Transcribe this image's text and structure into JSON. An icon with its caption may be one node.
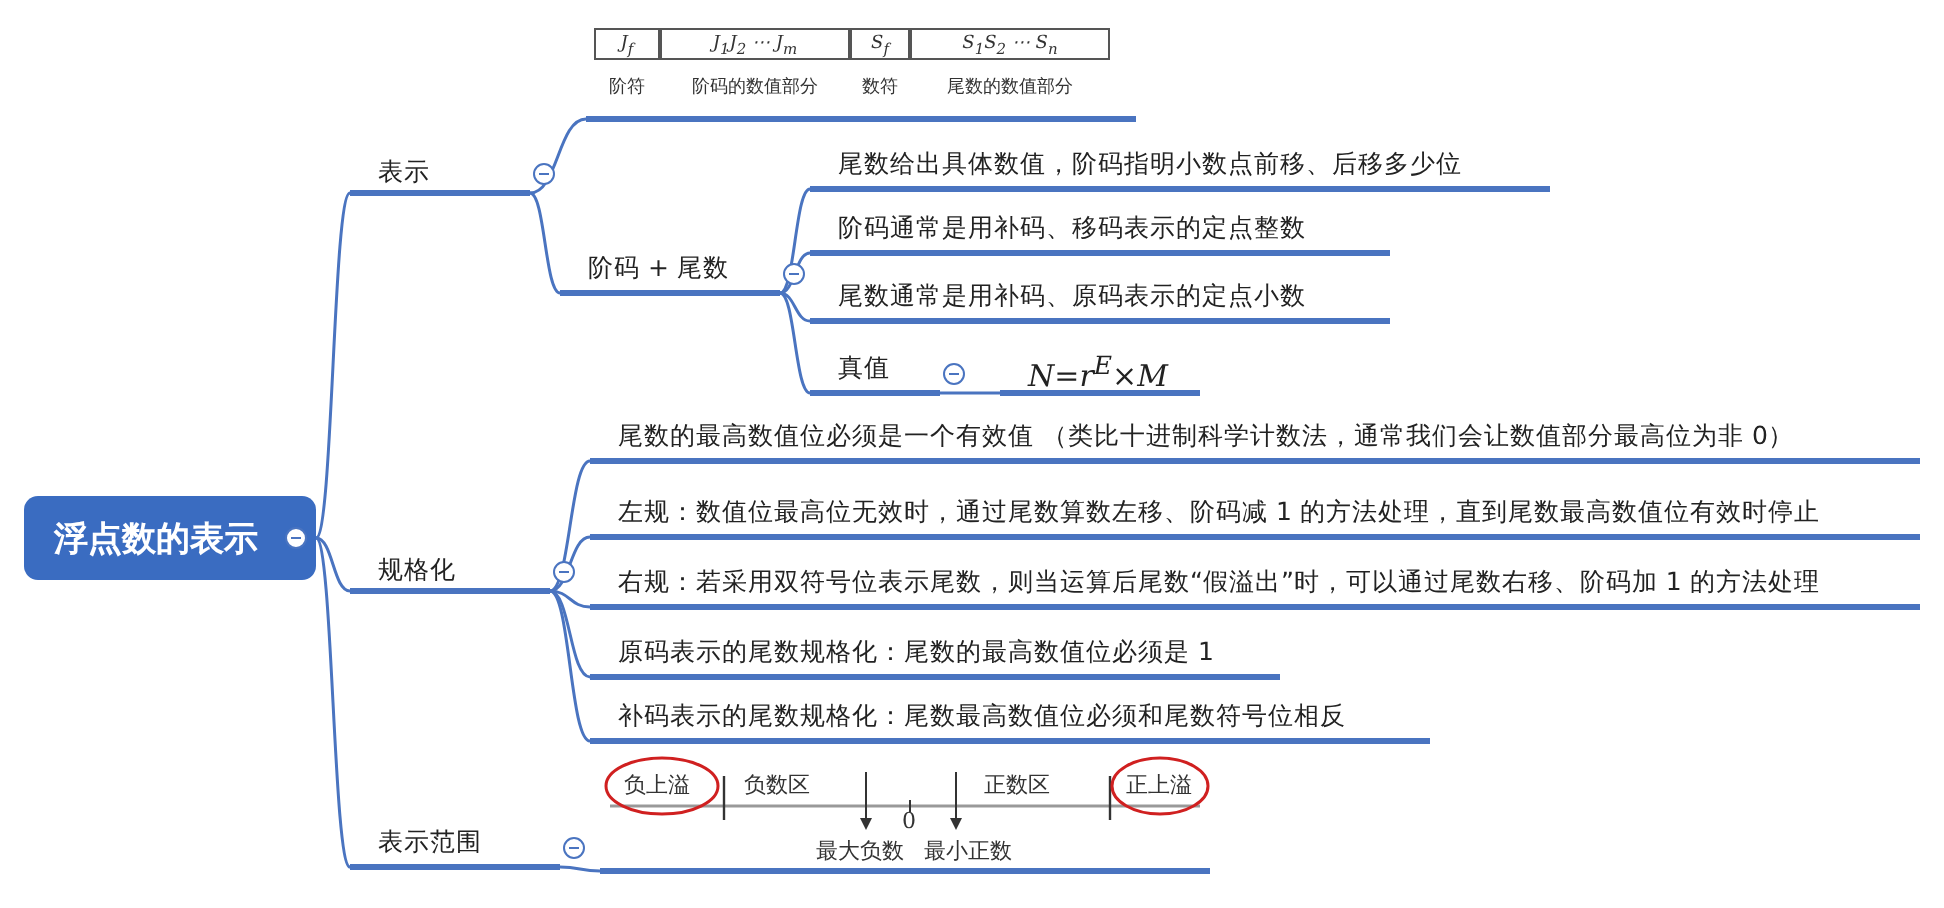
{
  "diagram": {
    "nodes": [
      {
        "text": [
          "浮点数的表示"
        ]
      },
      {
        "text": [
          "表示"
        ]
      },
      {
        "text": [
          "J$_{f}$",
          "J$_{1}$J$_{2}$ ⋯ J$_{m}$",
          "S$_{f}$",
          "S$_{1}$S$_{2}$ ⋯ S$_{n}$",
          "阶符",
          "阶码的数值部分",
          "数符",
          "尾数的数值部分"
        ]
      },
      {
        "text": [
          "阶码 + 尾数"
        ]
      },
      {
        "text": [
          "尾数给出具体数值，阶码指明小数点前移、后移多少位"
        ]
      },
      {
        "text": [
          "阶码通常是用补码、移码表示的定点整数"
        ]
      },
      {
        "text": [
          "尾数通常是用补码、原码表示的定点小数"
        ]
      },
      {
        "text": [
          "真值"
        ]
      },
      {
        "text": [
          "N=r$^{E}$×M"
        ]
      },
      {
        "text": [
          "规格化"
        ]
      },
      {
        "text": [
          "尾数的最高数值位必须是一个有效值 （类比十进制科学计数法，通常我们会让数值部分最高位为非 0）"
        ]
      },
      {
        "text": [
          "左规：数值位最高位无效时，通过尾数算数左移、阶码减 1 的方法处理，直到尾数最高数值位有效时停止"
        ]
      },
      {
        "text": [
          "右规：若采用双符号位表示尾数，则当运算后尾数“假溢出”时，可以通过尾数右移、阶码加 1 的方法处理"
        ]
      },
      {
        "text": [
          "原码表示的尾数规格化：尾数的最高数值位必须是 1"
        ]
      },
      {
        "text": [
          "补码表示的尾数规格化：尾数最高数值位必须和尾数符号位相反"
        ]
      },
      {
        "text": [
          "表示范围"
        ]
      },
      {
        "text": [
          "负上溢",
          "负数区",
          "0",
          "正数区",
          "正上溢",
          "最大负数",
          "最小正数"
        ]
      }
    ],
    "edges": [
      {
        "from": 0,
        "to": 1,
        "arrow": "none"
      },
      {
        "from": 1,
        "to": 2,
        "arrow": "none"
      },
      {
        "from": 1,
        "to": 3,
        "arrow": "none"
      },
      {
        "from": 3,
        "to": 4,
        "arrow": "none"
      },
      {
        "from": 3,
        "to": 5,
        "arrow": "none"
      },
      {
        "from": 3,
        "to": 6,
        "arrow": "none"
      },
      {
        "from": 3,
        "to": 7,
        "arrow": "none"
      },
      {
        "from": 7,
        "to": 8,
        "arrow": "none"
      },
      {
        "from": 0,
        "to": 9,
        "arrow": "none"
      },
      {
        "from": 9,
        "to": 10,
        "arrow": "none"
      },
      {
        "from": 9,
        "to": 11,
        "arrow": "none"
      },
      {
        "from": 9,
        "to": 12,
        "arrow": "none"
      },
      {
        "from": 9,
        "to": 13,
        "arrow": "none"
      },
      {
        "from": 9,
        "to": 14,
        "arrow": "none"
      },
      {
        "from": 0,
        "to": 15,
        "arrow": "none"
      },
      {
        "from": 15,
        "to": 16,
        "arrow": "none"
      }
    ]
  }
}
